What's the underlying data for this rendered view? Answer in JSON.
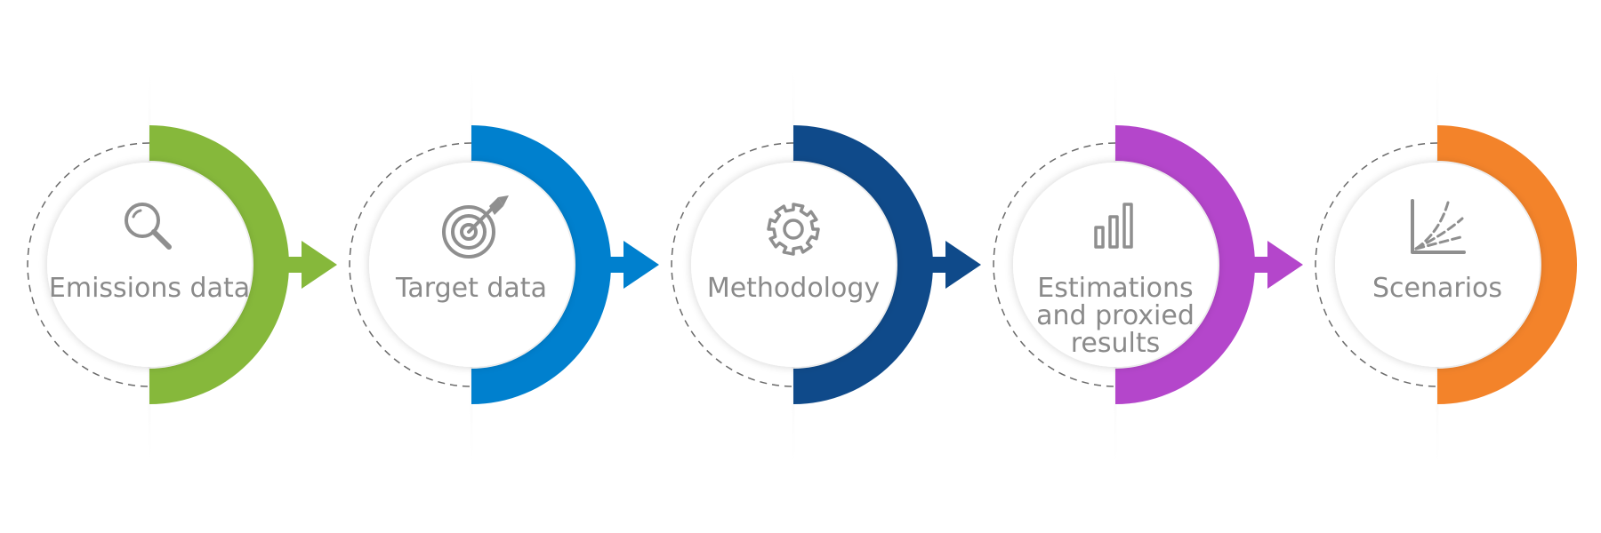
{
  "steps": [
    {
      "label_lines": [
        "Emissions data"
      ],
      "icon": "search-icon",
      "color": "#86B83B"
    },
    {
      "label_lines": [
        "Target data"
      ],
      "icon": "target-icon",
      "color": "#0080CE"
    },
    {
      "label_lines": [
        "Methodology"
      ],
      "icon": "gear-icon",
      "color": "#0F4A8A"
    },
    {
      "label_lines": [
        "Estimations",
        "and proxied",
        "results"
      ],
      "icon": "bar-chart-icon",
      "color": "#B446CB"
    },
    {
      "label_lines": [
        "Scenarios"
      ],
      "icon": "scenarios-chart-icon",
      "color": "#F3832A"
    }
  ],
  "colors": {
    "text": "#8a8a8a",
    "icon": "#8f8f8f",
    "dashed_ring": "#6a6a6a",
    "disc_shadow": "#eaeaea"
  }
}
